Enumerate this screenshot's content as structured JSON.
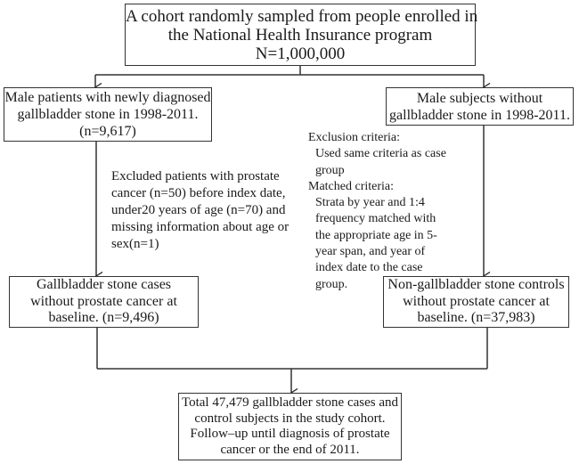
{
  "diagram": {
    "type": "flowchart",
    "top_box": {
      "lines": [
        "A cohort randomly sampled from people enrolled in",
        "the National Health Insurance program",
        "N=1,000,000"
      ]
    },
    "case_box": {
      "lines": [
        "Male patients with newly diagnosed",
        "gallbladder stone in 1998-2011.",
        "(n=9,617)"
      ]
    },
    "control_box": {
      "lines": [
        "Male subjects without",
        "gallbladder stone in 1998-2011."
      ]
    },
    "case_exclusion_note": {
      "lines": [
        "Excluded patients with prostate",
        "cancer (n=50) before index date,",
        "under20 years of age (n=70) and",
        "missing information about age or",
        "sex(n=1)"
      ]
    },
    "control_criteria_note": {
      "exclusion_heading": "Exclusion criteria:",
      "exclusion_lines": [
        "Used same criteria as case",
        "group"
      ],
      "matched_heading": "Matched criteria:",
      "matched_lines": [
        "Strata by year and  1:4",
        "frequency matched with",
        "the appropriate age in 5-",
        "year span, and year of",
        "index date to the case",
        "group."
      ]
    },
    "case_final_box": {
      "lines": [
        "Gallbladder stone cases",
        "without prostate cancer at",
        "baseline. (n=9,496)"
      ]
    },
    "control_final_box": {
      "lines": [
        "Non-gallbladder stone controls",
        "without prostate cancer at",
        "baseline. (n=37,983)"
      ]
    },
    "total_box": {
      "lines": [
        "Total 47,479 gallbladder stone cases and",
        "control subjects in the study cohort.",
        "Follow–up until diagnosis of prostate",
        "cancer or the end of 2011."
      ]
    },
    "edges": [
      {
        "from": "top_box",
        "to": "case_box"
      },
      {
        "from": "top_box",
        "to": "control_box"
      },
      {
        "from": "case_box",
        "to": "case_final_box"
      },
      {
        "from": "control_box",
        "to": "control_final_box"
      },
      {
        "from": "case_final_box",
        "to": "total_box"
      },
      {
        "from": "control_final_box",
        "to": "total_box"
      }
    ]
  }
}
